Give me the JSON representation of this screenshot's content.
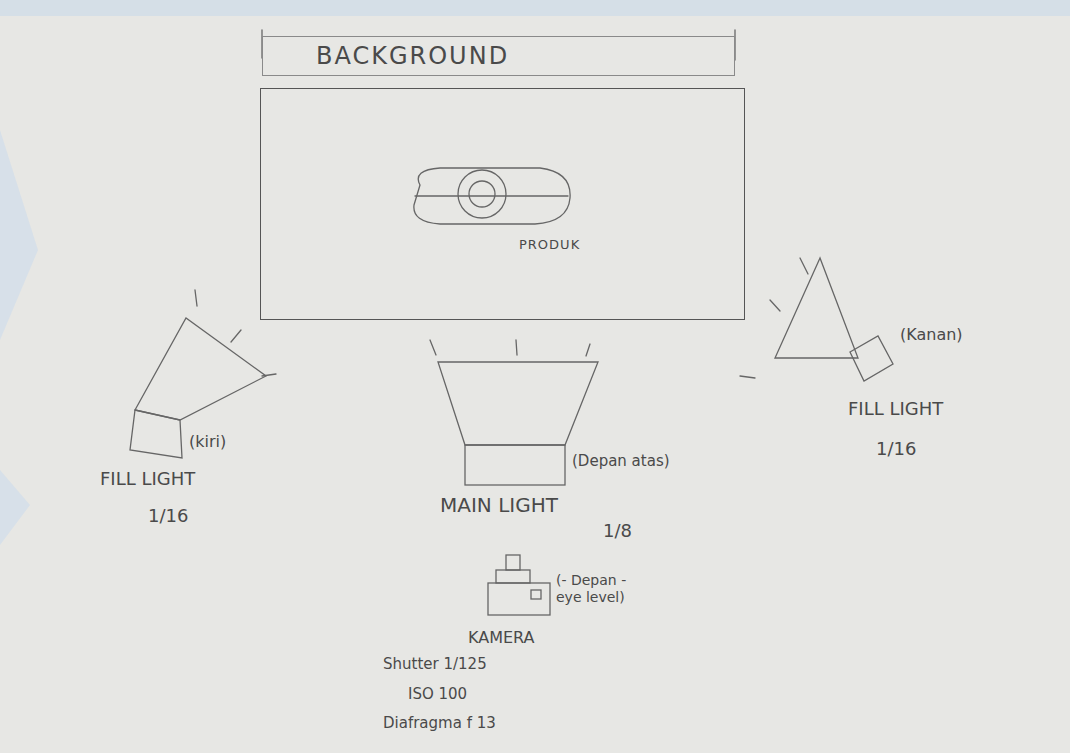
{
  "diagram": {
    "nodes": [
      {
        "text": [
          "BACKGROUND"
        ]
      },
      {
        "text": [
          "PRODUK"
        ]
      }
    ],
    "labels": [
      "(kiri)",
      "FILL LIGHT",
      "1/16",
      "(Depan atas)",
      "MAIN LIGHT",
      "1/8",
      "(Kanan)",
      "FILL LIGHT",
      "1/16",
      "(- Depan - eye level)",
      "KAMERA",
      "Shutter 1/125",
      "ISO 100",
      "Diafragma f 13"
    ]
  }
}
